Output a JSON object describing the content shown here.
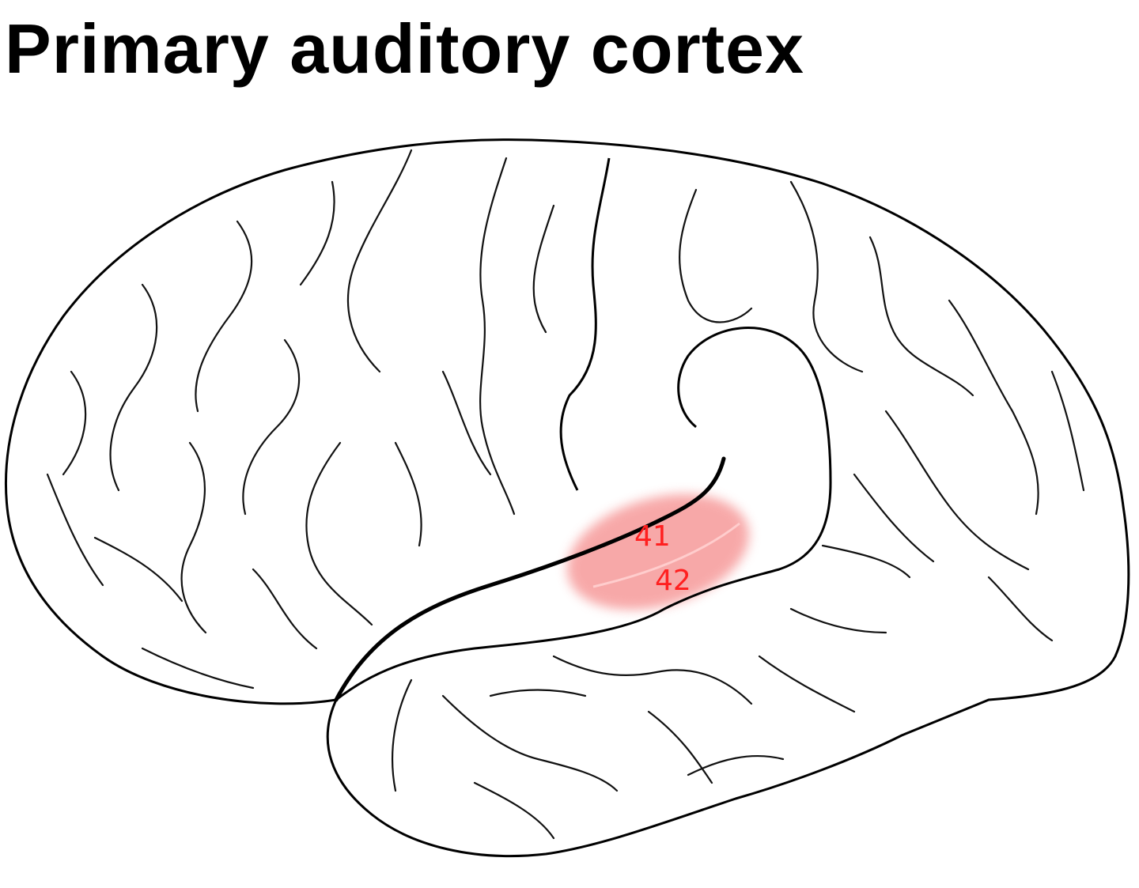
{
  "title": "Primary auditory cortex",
  "regions": [
    {
      "label": "41"
    },
    {
      "label": "42"
    }
  ],
  "colors": {
    "highlight": "#f58c8c",
    "label": "#ff2020",
    "outline": "#000000",
    "background": "#ffffff"
  },
  "icons": {
    "brain": "lateral-brain-illustration"
  }
}
